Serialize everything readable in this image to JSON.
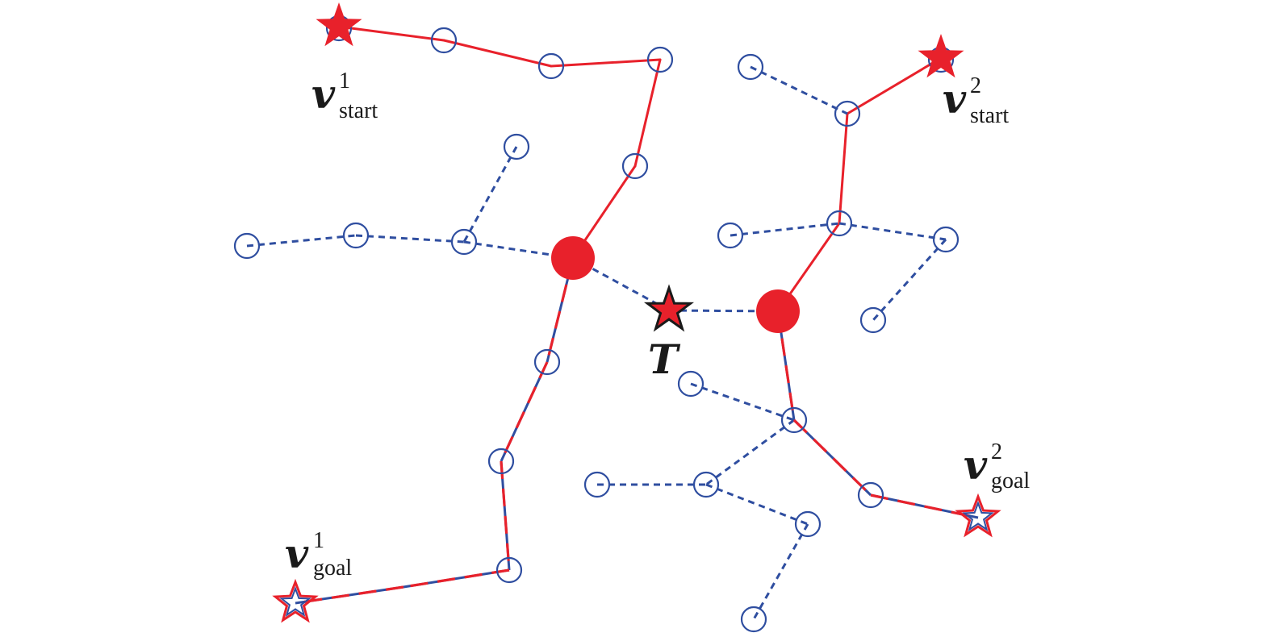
{
  "colors": {
    "tree_edge": "#2f4ea0",
    "tree_node": "#2f4ea0",
    "path": "#e8212b",
    "target_outline": "#1a1a1a",
    "label": "#1a1a1a",
    "background": "#ffffff"
  },
  "labels": {
    "start1": {
      "main": "v",
      "sup": "1",
      "sub": "start"
    },
    "start2": {
      "main": "v",
      "sup": "2",
      "sub": "start"
    },
    "goal1": {
      "main": "v",
      "sup": "1",
      "sub": "goal"
    },
    "goal2": {
      "main": "v",
      "sup": "2",
      "sub": "goal"
    },
    "target": {
      "main": "T"
    }
  },
  "nodes": {
    "s1": {
      "kind": "start-star"
    },
    "a1": {
      "kind": "circle"
    },
    "a2": {
      "kind": "circle"
    },
    "a3": {
      "kind": "circle"
    },
    "a4": {
      "kind": "circle"
    },
    "c1": {
      "kind": "meeting-point"
    },
    "n_top": {
      "kind": "circle"
    },
    "n_left1": {
      "kind": "circle"
    },
    "n_left2": {
      "kind": "circle"
    },
    "n_left3": {
      "kind": "circle"
    },
    "b1": {
      "kind": "circle"
    },
    "b2": {
      "kind": "circle"
    },
    "b3": {
      "kind": "circle"
    },
    "g1": {
      "kind": "goal-star"
    },
    "t": {
      "kind": "target-star"
    },
    "c2": {
      "kind": "meeting-point"
    },
    "s2": {
      "kind": "start-star"
    },
    "d1": {
      "kind": "circle"
    },
    "d2": {
      "kind": "circle"
    },
    "e_top": {
      "kind": "circle"
    },
    "e_left": {
      "kind": "circle"
    },
    "e_right": {
      "kind": "circle"
    },
    "e_low": {
      "kind": "circle"
    },
    "f1": {
      "kind": "circle"
    },
    "f2": {
      "kind": "circle"
    },
    "f3": {
      "kind": "circle"
    },
    "f4": {
      "kind": "circle"
    },
    "f5": {
      "kind": "circle"
    },
    "f6": {
      "kind": "circle"
    },
    "f7": {
      "kind": "circle"
    },
    "g2": {
      "kind": "goal-star"
    }
  },
  "edges": [
    {
      "from": "s1",
      "to": "a1",
      "style": "path"
    },
    {
      "from": "a1",
      "to": "a2",
      "style": "path"
    },
    {
      "from": "a2",
      "to": "a3",
      "style": "path"
    },
    {
      "from": "a3",
      "to": "a4",
      "style": "path"
    },
    {
      "from": "a4",
      "to": "c1",
      "style": "path"
    },
    {
      "from": "n_top",
      "to": "n_left1",
      "style": "tree"
    },
    {
      "from": "n_left3",
      "to": "n_left2",
      "style": "tree"
    },
    {
      "from": "n_left2",
      "to": "n_left1",
      "style": "tree"
    },
    {
      "from": "n_left1",
      "to": "c1",
      "style": "tree"
    },
    {
      "from": "c1",
      "to": "t",
      "style": "tree"
    },
    {
      "from": "c1",
      "to": "b1",
      "style": "mixed"
    },
    {
      "from": "b1",
      "to": "b2",
      "style": "mixed"
    },
    {
      "from": "b2",
      "to": "b3",
      "style": "mixed"
    },
    {
      "from": "b3",
      "to": "b4",
      "style": "mixed"
    },
    {
      "from": "b4",
      "to": "g1",
      "style": "mixed"
    },
    {
      "from": "s2",
      "to": "d1",
      "style": "path"
    },
    {
      "from": "d1",
      "to": "d2",
      "style": "path"
    },
    {
      "from": "d2",
      "to": "c2",
      "style": "path"
    },
    {
      "from": "e_top",
      "to": "d1",
      "style": "tree"
    },
    {
      "from": "e_left",
      "to": "d2",
      "style": "tree"
    },
    {
      "from": "d2",
      "to": "e_right",
      "style": "tree"
    },
    {
      "from": "e_right",
      "to": "e_low",
      "style": "tree"
    },
    {
      "from": "t",
      "to": "c2",
      "style": "tree"
    },
    {
      "from": "c2",
      "to": "f2",
      "style": "mixed"
    },
    {
      "from": "f1",
      "to": "f2",
      "style": "tree"
    },
    {
      "from": "f2",
      "to": "f4",
      "style": "tree"
    },
    {
      "from": "f3",
      "to": "f4",
      "style": "tree"
    },
    {
      "from": "f4",
      "to": "f5",
      "style": "tree"
    },
    {
      "from": "f5",
      "to": "f6",
      "style": "tree"
    },
    {
      "from": "f2",
      "to": "f7",
      "style": "mixed"
    },
    {
      "from": "f7",
      "to": "g2",
      "style": "mixed"
    }
  ]
}
